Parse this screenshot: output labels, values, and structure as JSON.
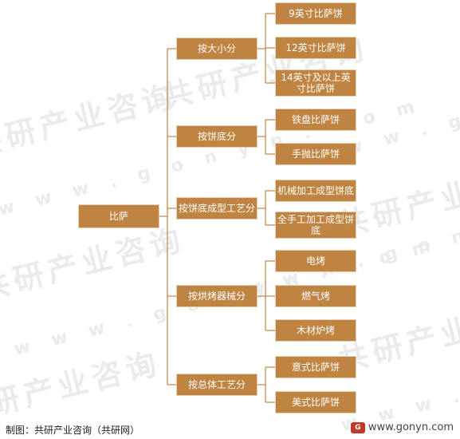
{
  "root": "比萨",
  "categories": [
    {
      "label": "按大小分",
      "children": [
        "9英寸比萨饼",
        "12英寸比萨饼",
        "14英寸及以上英寸比萨饼"
      ]
    },
    {
      "label": "按饼底分",
      "children": [
        "铁盘比萨饼",
        "手抛比萨饼"
      ]
    },
    {
      "label": "按饼底成型工艺分",
      "children": [
        "机械加工成型饼底",
        "全手工加工成型饼底"
      ]
    },
    {
      "label": "按烘烤器械分",
      "children": [
        "电烤",
        "燃气烤",
        "木材炉烤"
      ]
    },
    {
      "label": "按总体工艺分",
      "children": [
        "意式比萨饼",
        "美式比萨饼"
      ]
    }
  ],
  "footer": {
    "source": "制图：共研产业咨询（共研网）",
    "site": "www.gonyn.com"
  },
  "watermark": {
    "brand": "共研产业咨询",
    "url": "w w w . g o n y n . c o m"
  },
  "colors": {
    "box": "#c08442",
    "line": "#c08442",
    "text": "#ffffff"
  }
}
